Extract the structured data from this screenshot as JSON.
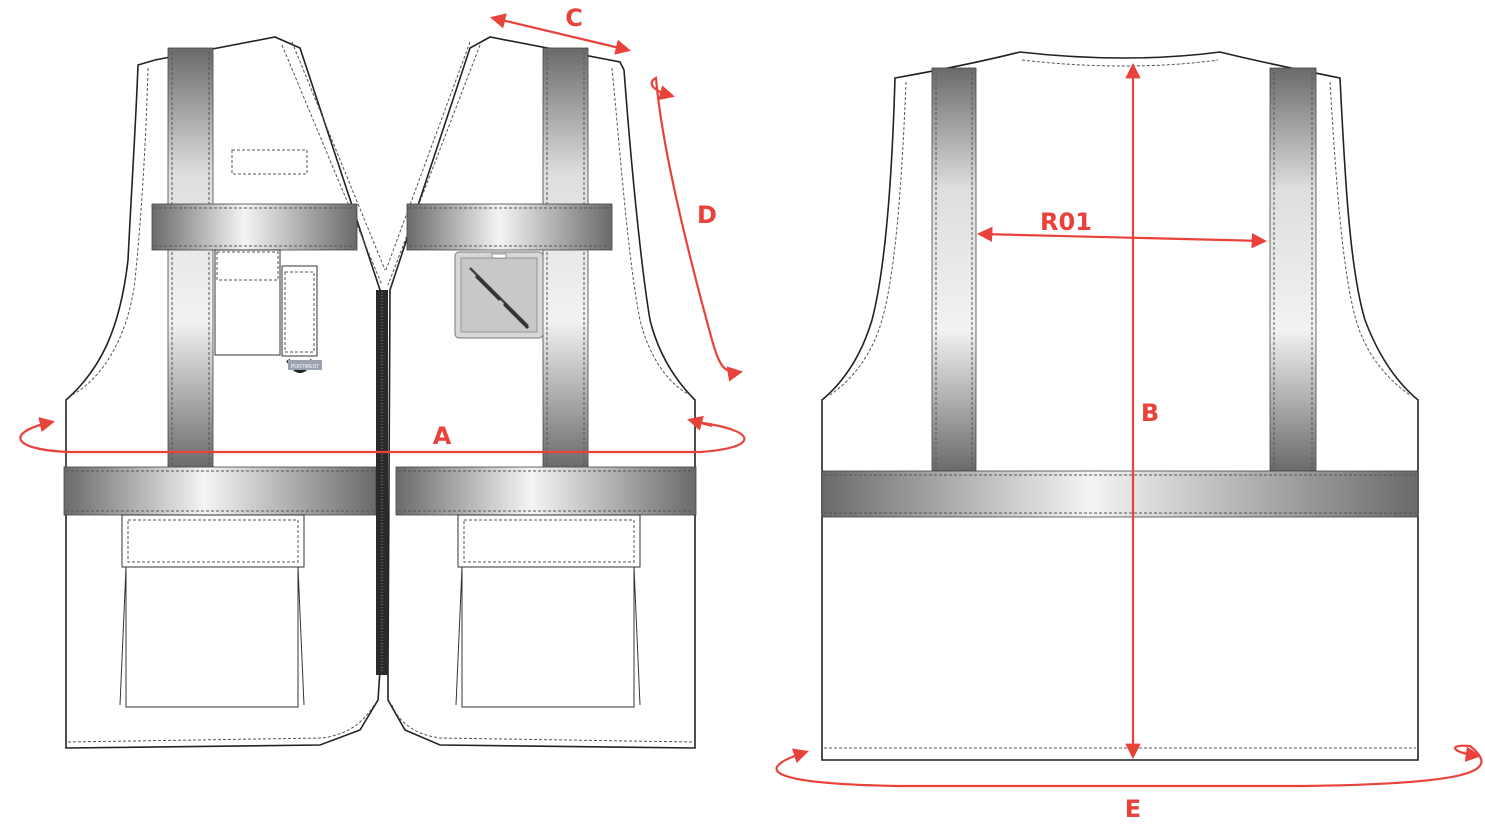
{
  "diagram": {
    "accent_color": "#e8423a",
    "tape_color": "#7a7a7a",
    "labels": {
      "a": "A",
      "b": "B",
      "c": "C",
      "d": "D",
      "e": "E",
      "r01": "R01"
    },
    "brand_label": "PORTWEST"
  }
}
